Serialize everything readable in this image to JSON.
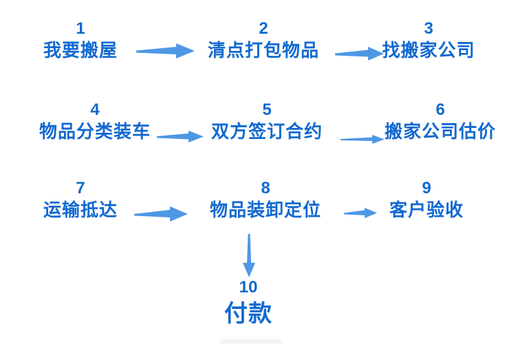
{
  "diagram": {
    "type": "flowchart",
    "steps": [
      {
        "number": "1",
        "label": "我要搬屋"
      },
      {
        "number": "2",
        "label": "清点打包物品"
      },
      {
        "number": "3",
        "label": "找搬家公司"
      },
      {
        "number": "4",
        "label": "物品分类装车"
      },
      {
        "number": "5",
        "label": "双方签订合约"
      },
      {
        "number": "6",
        "label": "搬家公司估价"
      },
      {
        "number": "7",
        "label": "运输抵达"
      },
      {
        "number": "8",
        "label": "物品装卸定位"
      },
      {
        "number": "9",
        "label": "客户验收"
      },
      {
        "number": "10",
        "label": "付款"
      }
    ],
    "connections": [
      {
        "from": "1",
        "to": "2",
        "direction": "right"
      },
      {
        "from": "2",
        "to": "3",
        "direction": "right"
      },
      {
        "from": "4",
        "to": "5",
        "direction": "right"
      },
      {
        "from": "5",
        "to": "6",
        "direction": "right"
      },
      {
        "from": "7",
        "to": "8",
        "direction": "right"
      },
      {
        "from": "8",
        "to": "9",
        "direction": "right"
      },
      {
        "from": "8",
        "to": "10",
        "direction": "down"
      }
    ]
  },
  "colors": {
    "step_text": "#1169cf",
    "arrow": "#4e97e5",
    "background": "#ffffff"
  }
}
